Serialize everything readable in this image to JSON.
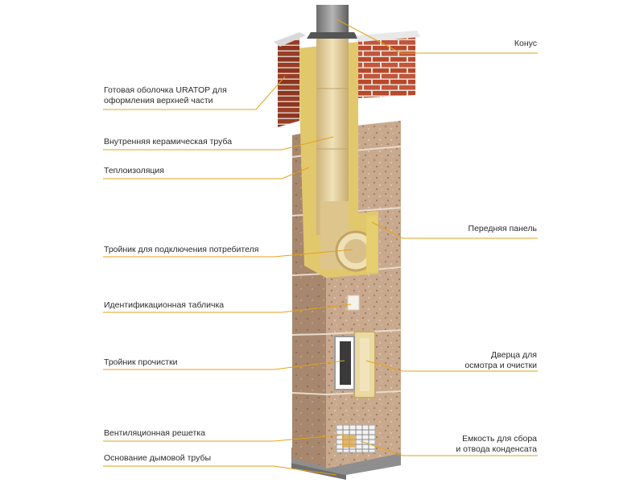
{
  "colors": {
    "leader": "#e3a21a",
    "stone": "#c7a68a",
    "brick": "#b94a2c",
    "insulation": "#e4cc72",
    "ceramic": "#e9d9a8"
  },
  "labels": {
    "left": [
      {
        "id": "ready-shell",
        "lines": [
          "Готовая оболочка URATOP для",
          "оформления верхней части"
        ]
      },
      {
        "id": "inner-ceramic-pipe",
        "lines": [
          "Внутренняя керамическая труба"
        ]
      },
      {
        "id": "thermal-insulation",
        "lines": [
          "Теплоизоляция"
        ]
      },
      {
        "id": "consumer-tee",
        "lines": [
          "Тройник для подключения потребителя"
        ]
      },
      {
        "id": "id-plate",
        "lines": [
          "Идентификационная табличка"
        ]
      },
      {
        "id": "cleaning-tee",
        "lines": [
          "Тройник прочистки"
        ]
      },
      {
        "id": "vent-grille",
        "lines": [
          "Вентиляционная решетка"
        ]
      },
      {
        "id": "chimney-base",
        "lines": [
          "Основание дымовой трубы"
        ]
      }
    ],
    "right": [
      {
        "id": "cone",
        "lines": [
          "Конус"
        ]
      },
      {
        "id": "front-panel",
        "lines": [
          "Передняя панель"
        ]
      },
      {
        "id": "inspection-door",
        "lines": [
          "Дверца для",
          "осмотра и очистки"
        ]
      },
      {
        "id": "condensate-tank",
        "lines": [
          "Емкость для сбора",
          "и отвода конденсата"
        ]
      }
    ]
  }
}
